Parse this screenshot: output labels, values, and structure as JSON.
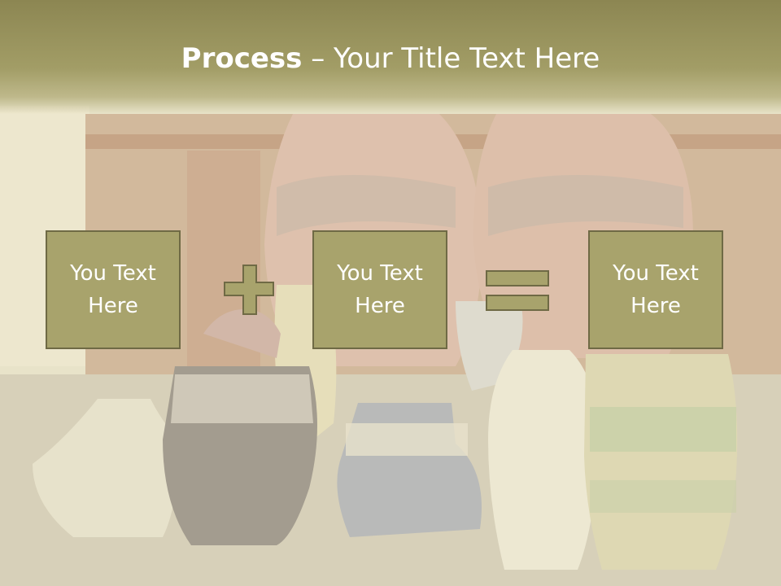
{
  "slide": {
    "title_bold": "Process",
    "title_dash": " – ",
    "title_rest": "Your Title Text Here",
    "boxes": [
      {
        "text": "You Text Here"
      },
      {
        "text": "You Text Here"
      },
      {
        "text": "You Text Here"
      }
    ],
    "operators": [
      "plus",
      "equals"
    ],
    "colors": {
      "box_fill": "#a8a36c",
      "box_border": "#6f6a45",
      "title_band": "#9a9560",
      "text": "#ffffff"
    },
    "background_image": "pottery-vases-photo"
  }
}
